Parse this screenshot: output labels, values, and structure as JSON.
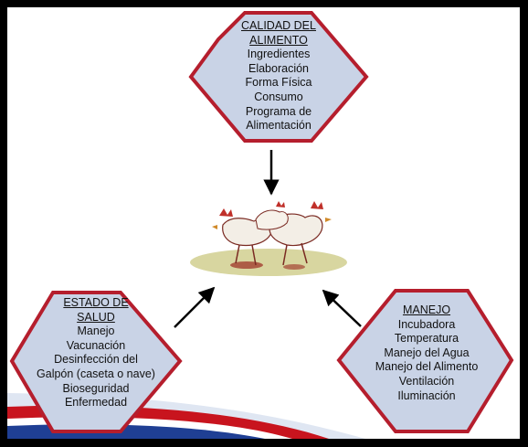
{
  "colors": {
    "frame": "#000000",
    "hex_fill": "#c9d3e6",
    "hex_border": "#b51e2d",
    "stripe_red": "#c8141e",
    "stripe_blue": "#1f3f94",
    "ground": "#d8d6a0"
  },
  "icons": {
    "center_image": "chickens-illustration-icon",
    "arrows": "arrow-icon"
  },
  "nodes": {
    "top": {
      "title_lines": [
        "CALIDAD DEL",
        "ALIMENTO"
      ],
      "items": [
        "Ingredientes",
        "Elaboración",
        "Forma Física",
        "Consumo",
        "Programa de",
        "Alimentación"
      ]
    },
    "left": {
      "title_lines": [
        "ESTADO DE",
        "SALUD"
      ],
      "items": [
        "Manejo",
        "Vacunación",
        "Desinfección del",
        "Galpón (caseta o nave)",
        "Bioseguridad",
        "Enfermedad"
      ]
    },
    "right": {
      "title_lines": [
        "MANEJO"
      ],
      "items": [
        "Incubadora",
        "Temperatura",
        "Manejo del Agua",
        "Manejo del Alimento",
        "Ventilación",
        "Iluminación"
      ]
    }
  }
}
